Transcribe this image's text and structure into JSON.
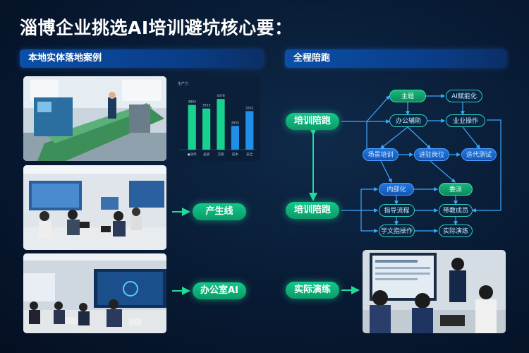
{
  "title": "淄博企业挑选AI培训避坑核心要：",
  "left_section": {
    "label": "本地实体落地案例"
  },
  "right_section": {
    "label": "全程陪跑"
  },
  "left_pills": {
    "production_line": "产生线",
    "office_ai": "办公室AI"
  },
  "right_pills": {
    "training_top": "培训陪跑",
    "training_mid": "培训陪跑",
    "practice": "实际演练"
  },
  "flow_nodes": {
    "main_topic": "主题",
    "ai_enable": "AI赋能化",
    "office_assist": "办公辅助",
    "biz_ops": "业业操作",
    "train_group": "场景培训",
    "advance_pos": "进驻岗位",
    "iter_test": "迭代测试",
    "internalize": "内部化",
    "entrust": "委派",
    "guide_process": "指导流程",
    "team_member": "带教成员",
    "learn_ops": "学文指操作",
    "practice_drill": "实际演练"
  },
  "colors": {
    "accent_green": "#14c98a",
    "accent_blue": "#1f78e0",
    "bar_green": "#19d18e",
    "bar_blue": "#1f8fe8"
  },
  "chart_data": {
    "type": "bar",
    "title": "生产力",
    "categories": [
      "●效率",
      "品质",
      "交期",
      "成本",
      "安全"
    ],
    "values": [
      3863,
      3555,
      4378,
      2055,
      3331
    ],
    "value_labels": [
      "3863",
      "3555",
      "4378",
      "2055",
      "3331"
    ],
    "ylim": [
      0,
      5000
    ],
    "grid": false,
    "colors": [
      "#19d18e",
      "#19d18e",
      "#19d18e",
      "#1f8fe8",
      "#1f8fe8"
    ]
  }
}
